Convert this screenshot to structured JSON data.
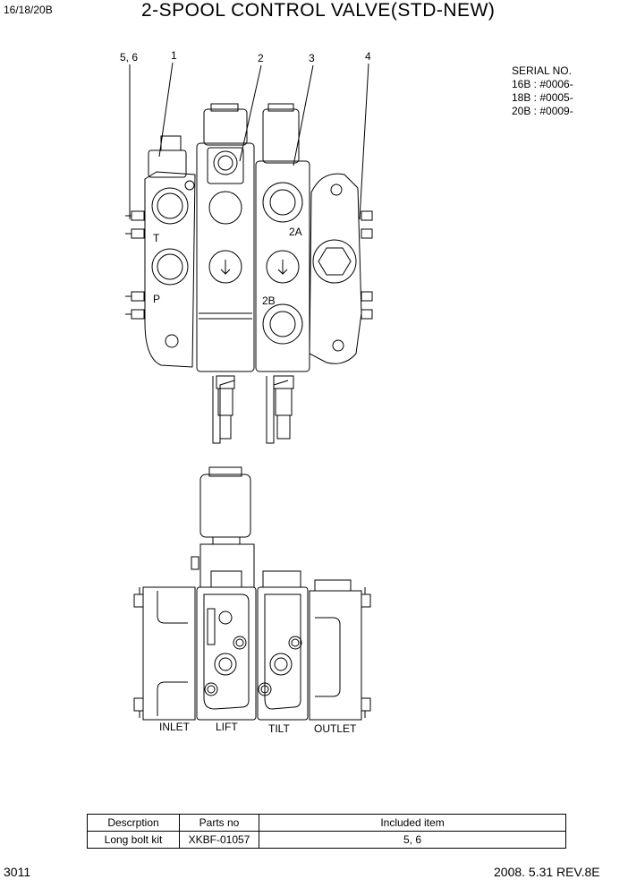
{
  "header": {
    "model": "16/18/20B",
    "title": "2-SPOOL CONTROL VALVE(STD-NEW)"
  },
  "serial": {
    "heading": "SERIAL NO.",
    "lines": [
      "16B : #0006-",
      "18B : #0005-",
      "20B : #0009-"
    ]
  },
  "callouts": [
    "5, 6",
    "1",
    "2",
    "3",
    "4"
  ],
  "port_labels": {
    "t": "T",
    "p": "P",
    "a2": "2A",
    "b2": "2B"
  },
  "section_labels": [
    "INLET",
    "LIFT",
    "TILT",
    "OUTLET"
  ],
  "parts_table": {
    "headers": [
      "Descrption",
      "Parts no",
      "Included item"
    ],
    "rows": [
      [
        "Long bolt kit",
        "XKBF-01057",
        "5, 6"
      ]
    ]
  },
  "footer": {
    "page": "3011",
    "date_rev": "2008. 5.31  REV.8E"
  }
}
